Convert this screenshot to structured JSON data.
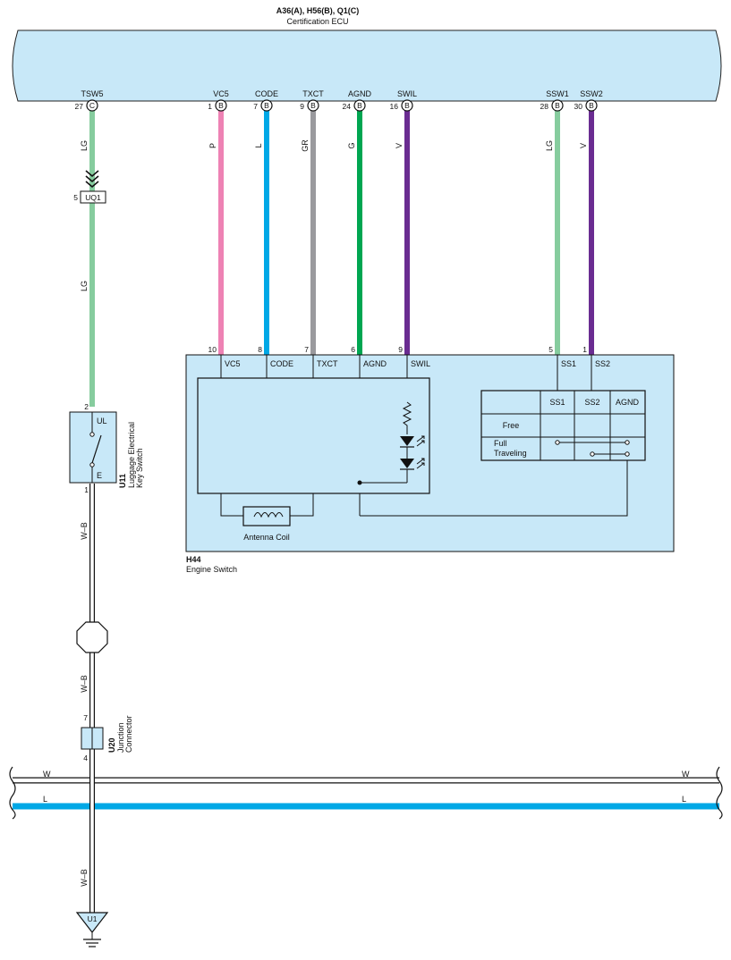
{
  "ecu": {
    "connectors": "A36(A), H56(B), Q1(C)",
    "name": "Certification ECU",
    "terminals": [
      {
        "name": "TSW5",
        "pin": "27",
        "conn": "C"
      },
      {
        "name": "VC5",
        "pin": "1",
        "conn": "B"
      },
      {
        "name": "CODE",
        "pin": "7",
        "conn": "B"
      },
      {
        "name": "TXCT",
        "pin": "9",
        "conn": "B"
      },
      {
        "name": "AGND",
        "pin": "24",
        "conn": "B"
      },
      {
        "name": "SWIL",
        "pin": "16",
        "conn": "B"
      },
      {
        "name": "SSW1",
        "pin": "28",
        "conn": "B"
      },
      {
        "name": "SSW2",
        "pin": "30",
        "conn": "B"
      }
    ]
  },
  "wires": {
    "tsw5_upper": "LG",
    "tsw5_lower": "LG",
    "vc5": "P",
    "code": "L",
    "txct": "GR",
    "agnd": "G",
    "swil": "V",
    "ssw1": "LG",
    "ssw2": "V",
    "ground_1": "W–B",
    "ground_2": "W–B",
    "ground_3": "W–B"
  },
  "colors": {
    "P": "#ee82b4",
    "L": "#00a8e6",
    "GR": "#9a9a9e",
    "G": "#00a651",
    "V": "#6a2c91",
    "LG": "#86cc9e",
    "W": "#ffffff",
    "component_fill": "#c8e8f8"
  },
  "connector_uq1": {
    "id": "UQ1",
    "pin": "5"
  },
  "luggage_switch": {
    "id": "U11",
    "name_line1": "Luggage Electrical",
    "name_line2": "Key Switch",
    "pin_top": "2",
    "pin_bottom": "1",
    "term_top": "UL",
    "term_bottom": "E"
  },
  "engine_switch": {
    "id": "H44",
    "name": "Engine Switch",
    "pins": [
      {
        "pin": "10",
        "term": "VC5"
      },
      {
        "pin": "8",
        "term": "CODE"
      },
      {
        "pin": "7",
        "term": "TXCT"
      },
      {
        "pin": "6",
        "term": "AGND"
      },
      {
        "pin": "9",
        "term": "SWIL"
      },
      {
        "pin": "5",
        "term": "SS1"
      },
      {
        "pin": "1",
        "term": "SS2"
      }
    ],
    "antenna": "Antenna Coil",
    "table": {
      "headers": [
        "SS1",
        "SS2",
        "AGND"
      ],
      "row_free": "Free",
      "row_full_1": "Full",
      "row_full_2": "Traveling"
    }
  },
  "junction": {
    "id": "U20",
    "name_line1": "Junction",
    "name_line2": "Connector",
    "pin_top": "7",
    "pin_bottom": "4"
  },
  "buses": {
    "w": "W",
    "l": "L"
  },
  "ground": {
    "id": "U1"
  }
}
